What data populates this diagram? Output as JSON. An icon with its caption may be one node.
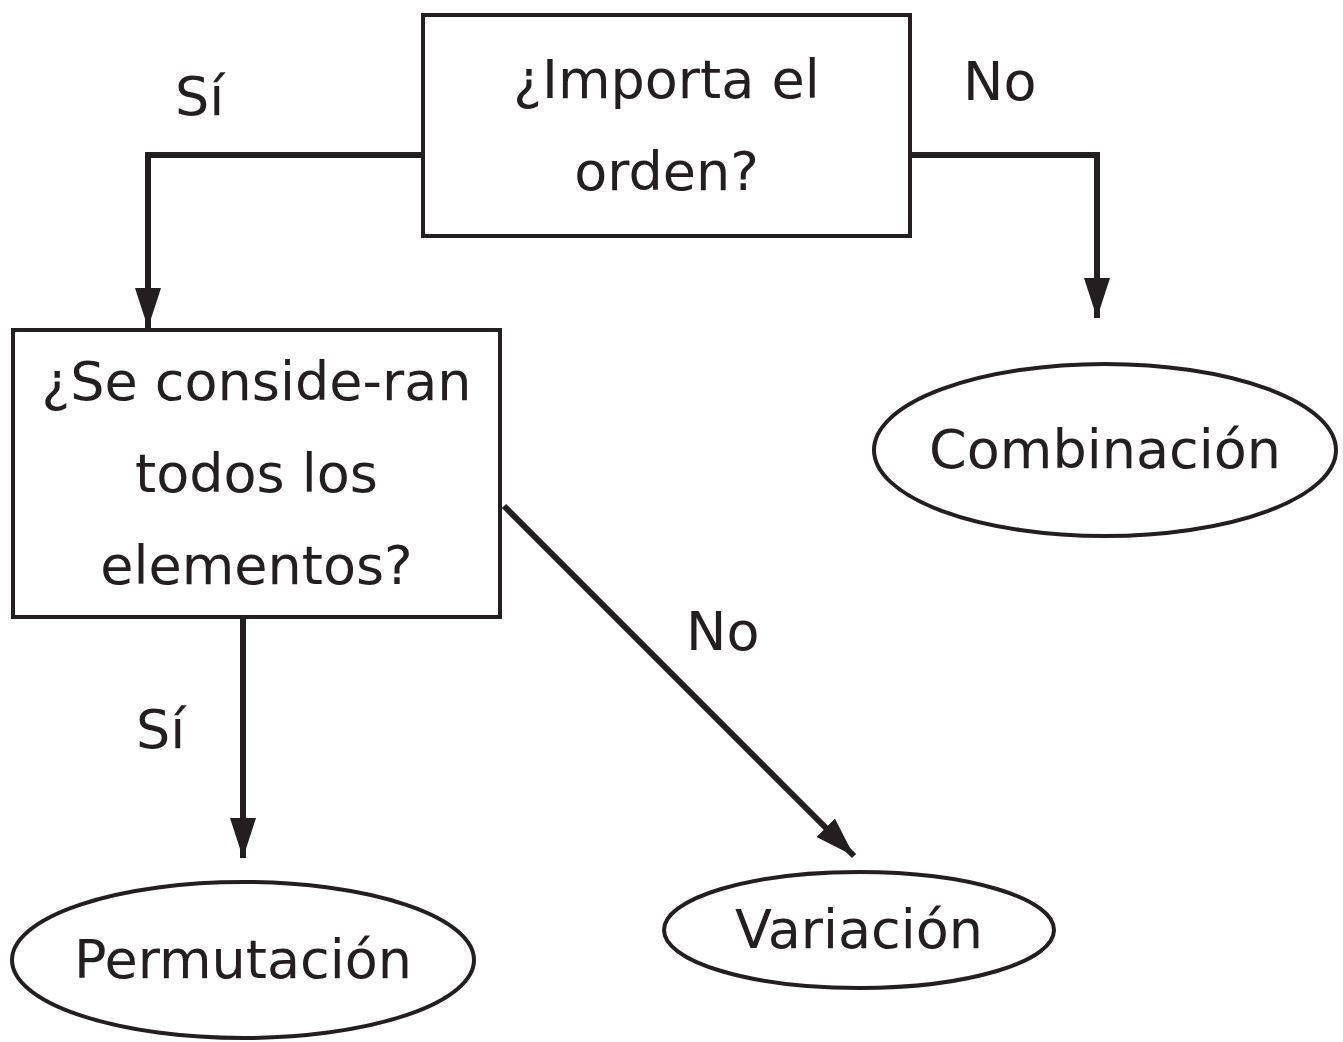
{
  "diagram": {
    "nodes": [
      {
        "text": [
          "¿Importa el orden?"
        ]
      },
      {
        "text": [
          "¿Se conside-ran todos los elementos?"
        ]
      },
      {
        "text": [
          "Combinación"
        ]
      },
      {
        "text": [
          "Permutación"
        ]
      },
      {
        "text": [
          "Variación"
        ]
      }
    ],
    "edges": [
      {
        "from": 0,
        "to": 1,
        "arrow": "to",
        "label": "Sí"
      },
      {
        "from": 0,
        "to": 2,
        "arrow": "to",
        "label": "No"
      },
      {
        "from": 1,
        "to": 3,
        "arrow": "to",
        "label": "Sí"
      },
      {
        "from": 1,
        "to": 4,
        "arrow": "to",
        "label": "No"
      }
    ]
  }
}
